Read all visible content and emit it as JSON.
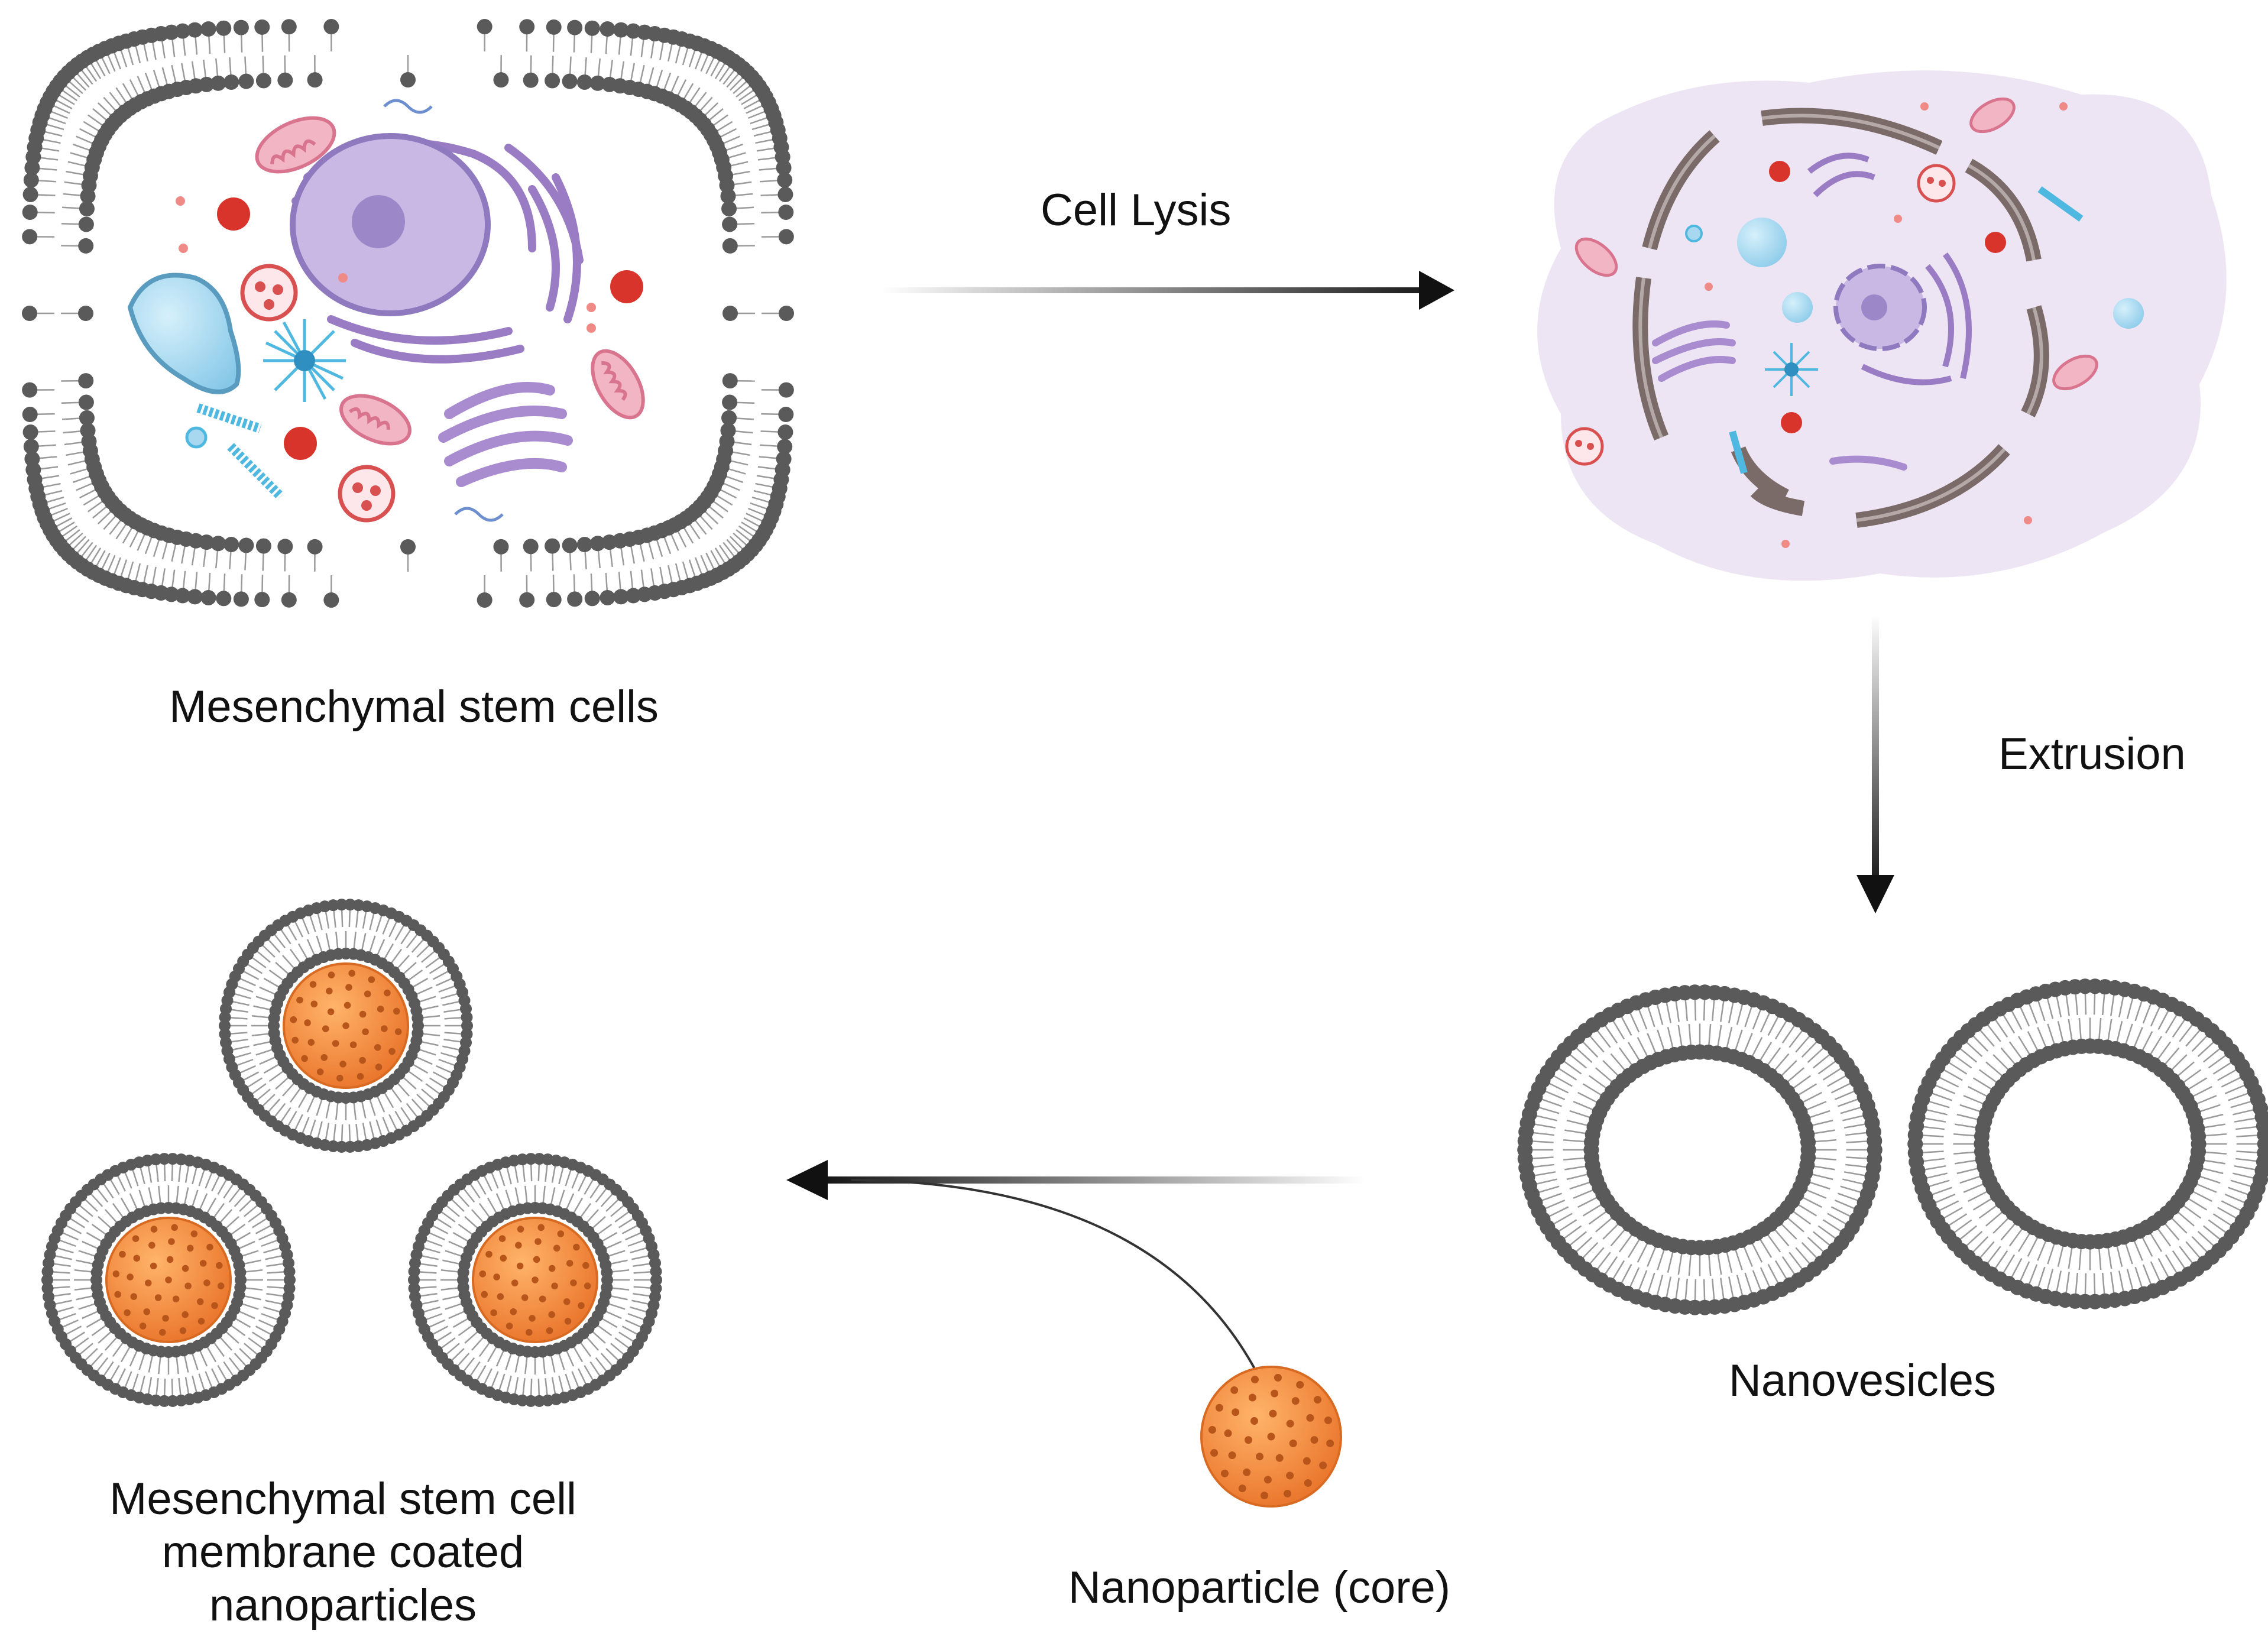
{
  "labels": {
    "mesenchymal_stem_cells": "Mesenchymal stem cells",
    "cell_lysis": "Cell Lysis",
    "extrusion": "Extrusion",
    "nanovesicles": "Nanovesicles",
    "nanoparticle_core": "Nanoparticle (core)",
    "coated_line1": "Mesenchymal stem cell",
    "coated_line2": "membrane coated",
    "coated_line3": "nanoparticles"
  },
  "colors": {
    "lipid_head": "#5a5a5a",
    "lipid_tail": "#9a9a9a",
    "nucleus": "#b7a3d6",
    "nucleolus": "#8f7ac0",
    "er": "#9a7cc4",
    "golgi": "#a98bd0",
    "mitochondria": "#f2b5c3",
    "mito_inner": "#d9748e",
    "vacuole": "#a8d8f0",
    "red_vesicle": "#d9342b",
    "cyto_pink": "#f08a86",
    "centrosome": "#4fb8e0",
    "lysate_bg": "#eee5f4",
    "broken_membrane": "#7a6a68",
    "nanoparticle": "#f28a3a",
    "nanoparticle_dot": "#b8551a",
    "arrow": "#111111"
  }
}
